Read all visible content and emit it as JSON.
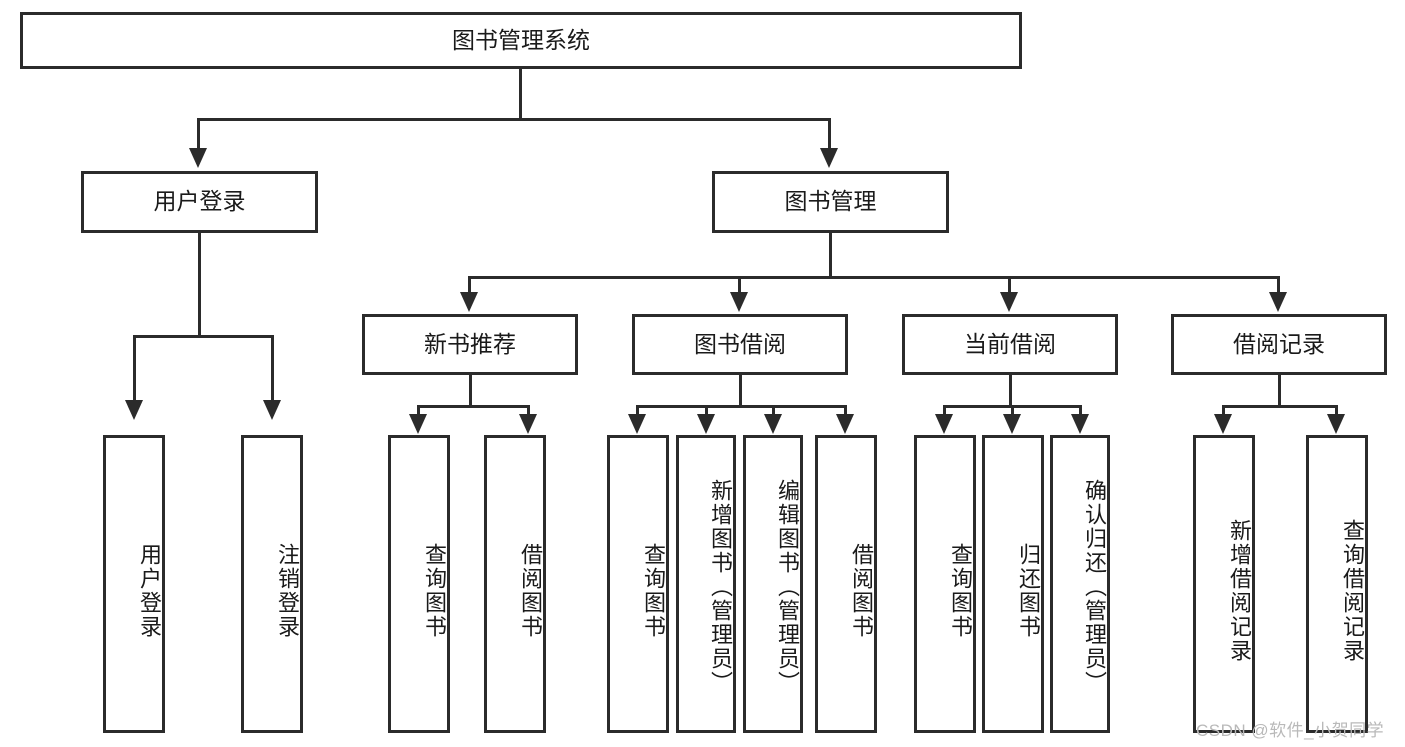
{
  "diagram": {
    "type": "tree-hierarchy-flowchart",
    "title_node": {
      "label": "图书管理系统"
    },
    "level2": [
      {
        "id": "user-login",
        "label": "用户登录"
      },
      {
        "id": "book-management",
        "label": "图书管理"
      }
    ],
    "level3": [
      {
        "id": "new-book-recommend",
        "label": "新书推荐",
        "parent": "book-management"
      },
      {
        "id": "book-borrow",
        "label": "图书借阅",
        "parent": "book-management"
      },
      {
        "id": "current-borrow",
        "label": "当前借阅",
        "parent": "book-management"
      },
      {
        "id": "borrow-record",
        "label": "借阅记录",
        "parent": "book-management"
      }
    ],
    "leaves": [
      {
        "id": "leaf-user-login",
        "label": "用户登录",
        "parent": "user-login"
      },
      {
        "id": "leaf-logout-login",
        "label": "注销登录",
        "parent": "user-login"
      },
      {
        "id": "leaf-query-book-1",
        "label": "查询图书",
        "parent": "new-book-recommend"
      },
      {
        "id": "leaf-borrow-book-1",
        "label": "借阅图书",
        "parent": "new-book-recommend"
      },
      {
        "id": "leaf-query-book-2",
        "label": "查询图书",
        "parent": "book-borrow"
      },
      {
        "id": "leaf-add-book",
        "label": "新增图书（管理员）",
        "parent": "book-borrow"
      },
      {
        "id": "leaf-edit-book",
        "label": "编辑图书（管理员）",
        "parent": "book-borrow"
      },
      {
        "id": "leaf-borrow-book-2",
        "label": "借阅图书",
        "parent": "book-borrow"
      },
      {
        "id": "leaf-query-book-3",
        "label": "查询图书",
        "parent": "current-borrow"
      },
      {
        "id": "leaf-return-book",
        "label": "归还图书",
        "parent": "current-borrow"
      },
      {
        "id": "leaf-confirm-return",
        "label": "确认归还（管理员）",
        "parent": "current-borrow"
      },
      {
        "id": "leaf-add-record",
        "label": "新增借阅记录",
        "parent": "borrow-record"
      },
      {
        "id": "leaf-query-record",
        "label": "查询借阅记录",
        "parent": "borrow-record"
      }
    ],
    "watermark": "CSDN @软件_小贺同学",
    "colors": {
      "stroke": "#2b2b2b",
      "fill": "#ffffff",
      "text": "#1a1a1a",
      "watermark": "#b9b9b9"
    }
  }
}
